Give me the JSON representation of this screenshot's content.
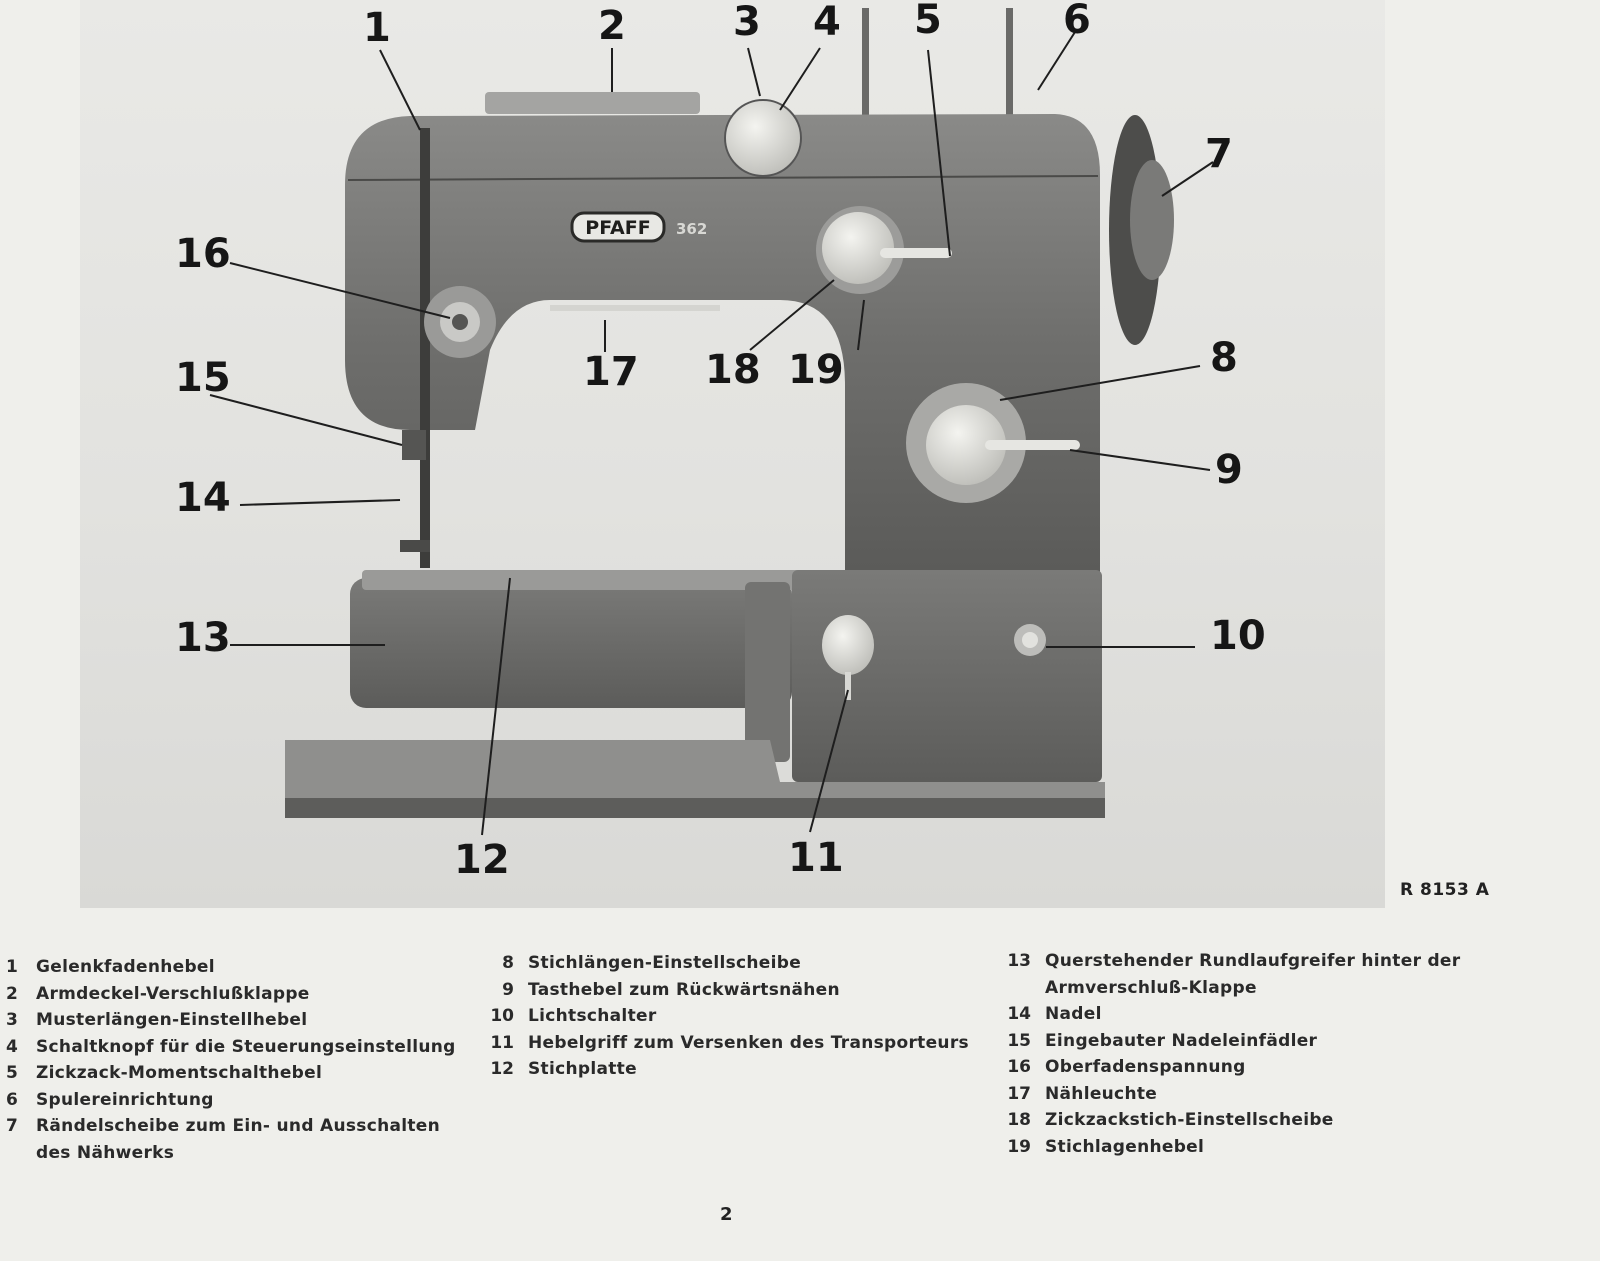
{
  "figure": {
    "brand": "PFAFF",
    "model": "362",
    "reference": "R 8153 A",
    "callouts": [
      "1",
      "2",
      "3",
      "4",
      "5",
      "6",
      "7",
      "8",
      "9",
      "10",
      "11",
      "12",
      "13",
      "14",
      "15",
      "16",
      "17",
      "18",
      "19"
    ]
  },
  "legend": {
    "column1": [
      {
        "num": "1",
        "text": "Gelenkfadenhebel"
      },
      {
        "num": "2",
        "text": "Armdeckel-Verschlußklappe"
      },
      {
        "num": "3",
        "text": "Musterlängen-Einstellhebel"
      },
      {
        "num": "4",
        "text": "Schaltknopf für die Steuerungseinstellung"
      },
      {
        "num": "5",
        "text": "Zickzack-Momentschalthebel"
      },
      {
        "num": "6",
        "text": "Spulereinrichtung"
      },
      {
        "num": "7",
        "text": "Rändelscheibe zum Ein- und Ausschalten\ndes Nähwerks"
      }
    ],
    "column2": [
      {
        "num": "8",
        "text": "Stichlängen-Einstellscheibe"
      },
      {
        "num": "9",
        "text": "Tasthebel zum Rückwärtsnähen"
      },
      {
        "num": "10",
        "text": "Lichtschalter"
      },
      {
        "num": "11",
        "text": "Hebelgriff zum Versenken des Transporteurs"
      },
      {
        "num": "12",
        "text": "Stichplatte"
      }
    ],
    "column3": [
      {
        "num": "13",
        "text": "Querstehender Rundlaufgreifer hinter der\nArmverschluß-Klappe"
      },
      {
        "num": "14",
        "text": "Nadel"
      },
      {
        "num": "15",
        "text": "Eingebauter Nadeleinfädler"
      },
      {
        "num": "16",
        "text": "Oberfadenspannung"
      },
      {
        "num": "17",
        "text": "Nähleuchte"
      },
      {
        "num": "18",
        "text": "Zickzackstich-Einstellscheibe"
      },
      {
        "num": "19",
        "text": "Stichlagenhebel"
      }
    ]
  },
  "page_number": "2"
}
